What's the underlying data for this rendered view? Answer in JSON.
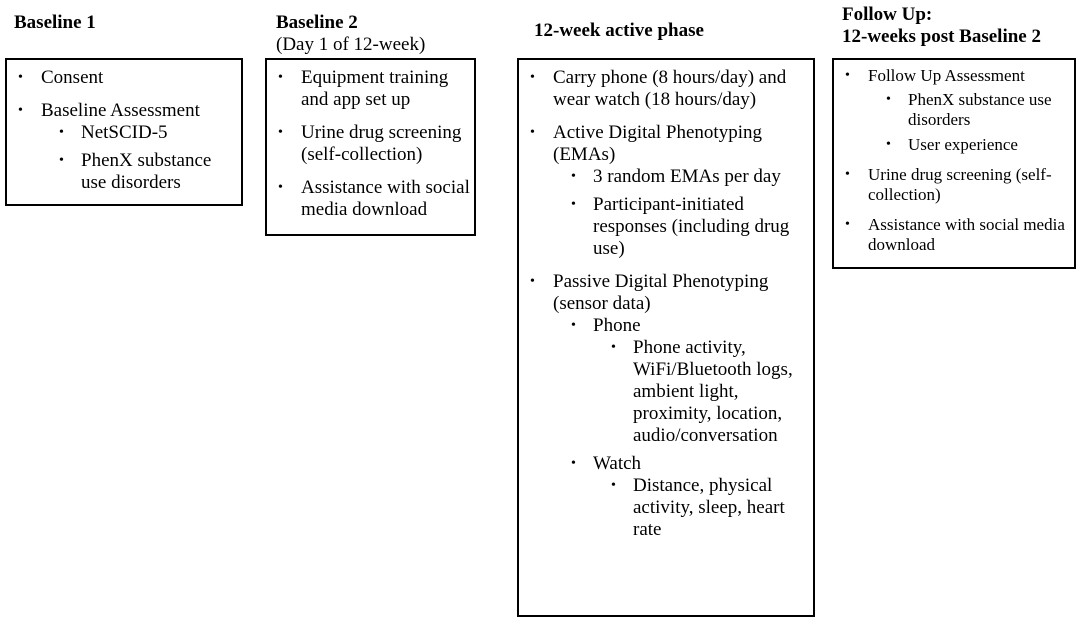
{
  "columns": [
    {
      "title": "Baseline 1",
      "subtitle": "",
      "items": [
        {
          "text": "Consent",
          "children": []
        },
        {
          "text": "Baseline Assessment",
          "children": [
            {
              "text": "NetSCID-5",
              "children": []
            },
            {
              "text": "PhenX substance use disorders",
              "children": []
            }
          ]
        }
      ]
    },
    {
      "title": "Baseline 2",
      "subtitle": "(Day 1 of 12-week)",
      "items": [
        {
          "text": "Equipment training and app set up",
          "children": []
        },
        {
          "text": "Urine drug screening (self-collection)",
          "children": []
        },
        {
          "text": "Assistance with social media download",
          "children": []
        }
      ]
    },
    {
      "title": "12-week active phase",
      "subtitle": "",
      "items": [
        {
          "text": "Carry phone (8 hours/day) and wear watch (18 hours/day)",
          "children": []
        },
        {
          "text": "Active Digital Phenotyping (EMAs)",
          "children": [
            {
              "text": "3 random EMAs per day",
              "children": []
            },
            {
              "text": "Participant-initiated responses (including drug use)",
              "children": []
            }
          ]
        },
        {
          "text": "Passive Digital Phenotyping (sensor data)",
          "children": [
            {
              "text": "Phone",
              "children": [
                {
                  "text": "Phone activity, WiFi/Bluetooth logs, ambient light, proximity, location, audio/conversation",
                  "children": []
                }
              ]
            },
            {
              "text": "Watch",
              "children": [
                {
                  "text": "Distance, physical activity, sleep, heart rate",
                  "children": []
                }
              ]
            }
          ]
        }
      ]
    },
    {
      "title": "Follow Up:",
      "subtitle": "12-weeks post Baseline 2",
      "items": [
        {
          "text": "Follow Up Assessment",
          "children": [
            {
              "text": "PhenX substance use disorders",
              "children": []
            },
            {
              "text": "User experience",
              "children": []
            }
          ]
        },
        {
          "text": "Urine drug screening (self-collection)",
          "children": []
        },
        {
          "text": "Assistance with social media download",
          "children": []
        }
      ]
    }
  ]
}
